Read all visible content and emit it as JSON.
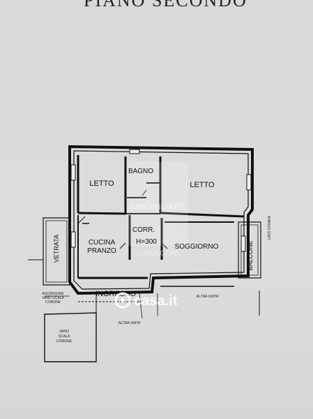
{
  "header": {
    "title": "PIANO SECONDO"
  },
  "rooms": {
    "letto_left": "LETTO",
    "bagno": "BAGNO",
    "letto_right": "LETTO",
    "corr_1": "CORR.",
    "corr_2": "H=300",
    "cucina_1": "CUCINA",
    "cucina_2": "PRANZO",
    "soggiorno": "SOGGIORNO",
    "ingresso": "INGRESSO",
    "vetrata": "VETRATA",
    "balcone": "BALCONE"
  },
  "notes": {
    "ascensore_1": "ASCENSORE",
    "ascensore_2": "VANO SCALA",
    "ascensore_3": "COMUNE",
    "altra_top": "ALTRA UNITA'",
    "altra_bottom": "ALTRA UNITA'",
    "vano_1": "VANO",
    "vano_2": "SCALA",
    "vano_3": "COMUNE",
    "lato_strada": "LATO STRADA"
  },
  "watermarks": {
    "center": "IMMOBILIARE",
    "center_sub": "CASA.COM",
    "brand": "casa.it"
  },
  "colors": {
    "ink": "#111111",
    "paper": "#d9dadb",
    "watermark": "#ffffff"
  }
}
